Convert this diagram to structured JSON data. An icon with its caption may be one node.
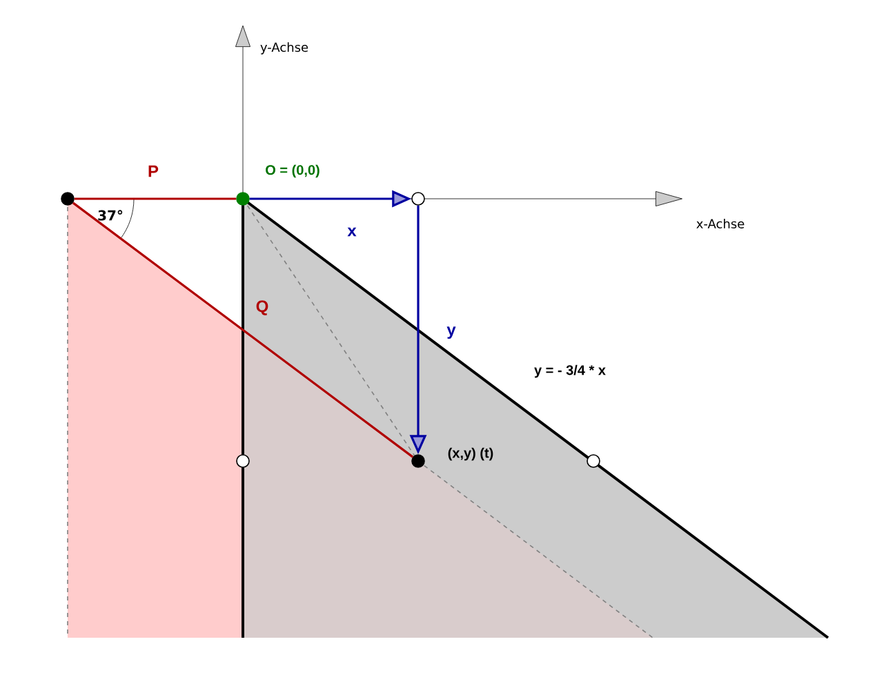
{
  "diagram": {
    "nodes": [
      {
        "text": [],
        "shape": "circle"
      },
      {
        "text": [],
        "shape": "circle",
        "beside": [
          "O = (0,0)"
        ]
      },
      {
        "text": [],
        "shape": "circle"
      },
      {
        "text": [],
        "shape": "circle",
        "beside": [
          "(x,y) (t)"
        ]
      },
      {
        "text": [],
        "shape": "circle"
      },
      {
        "text": [],
        "shape": "circle"
      }
    ],
    "edges": [
      {
        "from": 0,
        "to": 1,
        "arrow": "none",
        "label": "P",
        "color": "#b00000"
      },
      {
        "from": 1,
        "to": 2,
        "arrow": "to",
        "label": "x",
        "color": "#0000a0"
      },
      {
        "from": 0,
        "to": 3,
        "arrow": "none",
        "label": "Q",
        "color": "#b00000"
      },
      {
        "from": 2,
        "to": 3,
        "arrow": "to",
        "label": "y",
        "color": "#0000a0"
      }
    ],
    "labels": [
      "y-Achse",
      "x-Achse",
      "37°",
      "y = - 3/4 * x"
    ]
  }
}
